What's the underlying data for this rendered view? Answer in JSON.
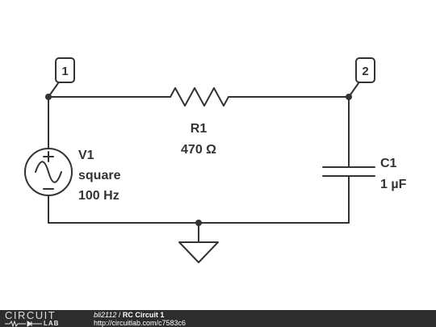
{
  "nodes": {
    "n1": "1",
    "n2": "2"
  },
  "resistor": {
    "name": "R1",
    "value": "470 Ω"
  },
  "source": {
    "name": "V1",
    "wave": "square",
    "freq": "100 Hz"
  },
  "capacitor": {
    "name": "C1",
    "value": "1 µF"
  },
  "footer": {
    "logo_top": "CIRCUIT",
    "logo_bottom": "LAB",
    "user": "bli2112",
    "separator": " / ",
    "title": "RC Circuit 1",
    "url": "http://circuitlab.com/c7583c6"
  },
  "colors": {
    "wire": "#333333",
    "footer_bg": "#2d2d2d"
  }
}
